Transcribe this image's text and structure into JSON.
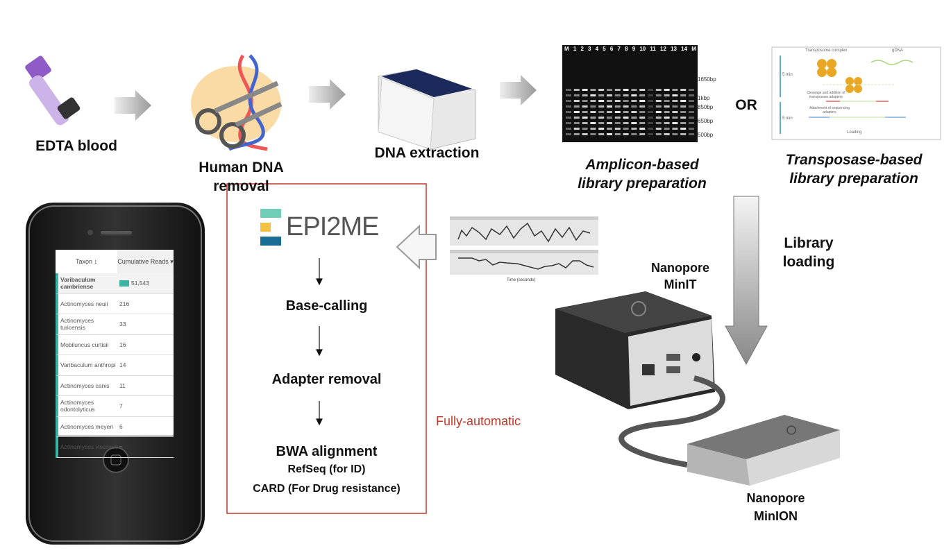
{
  "steps": {
    "edta": "EDTA blood",
    "human_dna_line1": "Human DNA",
    "human_dna_line2": "removal",
    "dna_extraction": "DNA extraction",
    "amplicon_line1": "Amplicon-based",
    "amplicon_line2": "library preparation",
    "or": "OR",
    "transposase_line1": "Transposase-based",
    "transposase_line2": "library preparation",
    "loading_line1": "Library",
    "loading_line2": "loading",
    "minit_line1": "Nanopore",
    "minit_line2": "MinIT",
    "minion_line1": "Nanopore",
    "minion_line2": "MinION"
  },
  "gel": {
    "lanes": [
      "M",
      "1",
      "2",
      "3",
      "4",
      "5",
      "6",
      "7",
      "8",
      "9",
      "10",
      "11",
      "12",
      "13",
      "14",
      "M"
    ],
    "markers": [
      "1650bp",
      "1kbp",
      "850bp",
      "650bp",
      "500bp"
    ]
  },
  "transposase_figure": {
    "labels": [
      "Transposome complex",
      "gDNA",
      "5 min",
      "Cleavage and addition of transposase adapters",
      "Attachment of sequencing adapters",
      "5 min",
      "Loading"
    ]
  },
  "pipeline": {
    "logo": "EPI2ME",
    "logo_colors": [
      "#6fcdb8",
      "#f5c143",
      "#1a6e96"
    ],
    "step1": "Base-calling",
    "step2": "Adapter removal",
    "step3": "BWA alignment",
    "step3_sub1": "RefSeq (for ID)",
    "step3_sub2": "CARD (For Drug resistance)",
    "automatic": "Fully-automatic",
    "border_color": "#c0392b"
  },
  "signal_plot": {
    "xlabel": "Time (seconds)"
  },
  "phone_table": {
    "headers": [
      "Taxon ↕",
      "Cumulative Reads ▾"
    ],
    "rows": [
      {
        "taxon": "Varibaculum cambriense",
        "reads": "51,543"
      },
      {
        "taxon": "Actinomyces neuii",
        "reads": "216"
      },
      {
        "taxon": "Actinomyces turicensis",
        "reads": "33"
      },
      {
        "taxon": "Mobiluncus curtisii",
        "reads": "16"
      },
      {
        "taxon": "Varibaculum anthropi",
        "reads": "14"
      },
      {
        "taxon": "Actinomyces canis",
        "reads": "11"
      },
      {
        "taxon": "Actinomyces odontolyticus",
        "reads": "7"
      },
      {
        "taxon": "Actinomyces meyeri",
        "reads": "6"
      },
      {
        "taxon": "Actinomyces viscosus",
        "reads": "6"
      }
    ],
    "accent": "#3bb5a3"
  }
}
